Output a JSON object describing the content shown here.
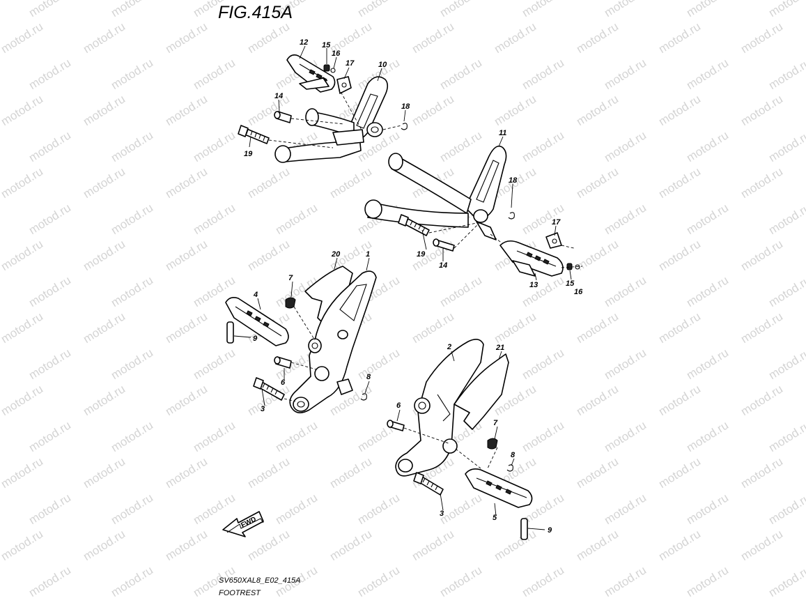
{
  "header": {
    "figure_title": "FIG.415A"
  },
  "watermark": {
    "text": "motod.ru"
  },
  "footer": {
    "code": "SV650XAL8_E02_415A",
    "section": "FOOTREST"
  },
  "fwd_arrow": {
    "label": "FWD"
  },
  "callouts": {
    "c12": "12",
    "c15a": "15",
    "c16a": "16",
    "c17a": "17",
    "c10": "10",
    "c14a": "14",
    "c18a": "18",
    "c19a": "19",
    "c11": "11",
    "c18b": "18",
    "c17b": "17",
    "c19b": "19",
    "c14b": "14",
    "c15b": "15",
    "c16b": "16",
    "c13": "13",
    "c20": "20",
    "c1": "1",
    "c7a": "7",
    "c4": "4",
    "c9a": "9",
    "c6a": "6",
    "c8a": "8",
    "c3a": "3",
    "c2": "2",
    "c21": "21",
    "c6b": "6",
    "c7b": "7",
    "c8b": "8",
    "c3b": "3",
    "c5": "5",
    "c9b": "9"
  }
}
